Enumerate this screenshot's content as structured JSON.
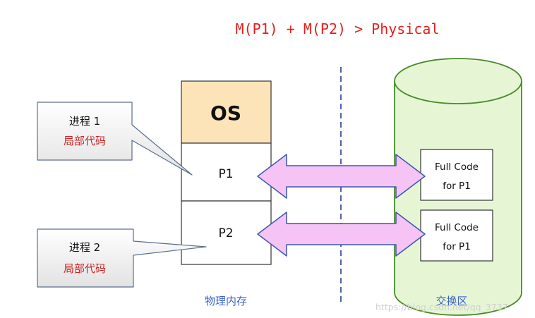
{
  "title": "M(P1) + M(P2) > Physical",
  "memory": {
    "os_label": "OS",
    "p1_label": "P1",
    "p2_label": "P2",
    "caption": "物理内存"
  },
  "swap": {
    "code_box_1": {
      "line1": "Full Code",
      "line2": "for P1"
    },
    "code_box_2": {
      "line1": "Full Code",
      "line2": "for P1"
    },
    "caption": "交换区"
  },
  "callouts": [
    {
      "title": "进程 1",
      "subtitle": "局部代码"
    },
    {
      "title": "进程 2",
      "subtitle": "局部代码"
    }
  ],
  "watermark": "https://blog.csdn.net/qq_3737",
  "colors": {
    "title": "#e2201c",
    "os_fill": "#fce4b8",
    "cylinder_fill": "#e6f6d4",
    "cylinder_stroke": "#4a8a2a",
    "arrow_fill": "#f5c4f5",
    "arrow_stroke": "#3a57b0",
    "divider": "#2a3a9a",
    "caption": "#3b62c8",
    "callout_sub": "#cc2222"
  }
}
